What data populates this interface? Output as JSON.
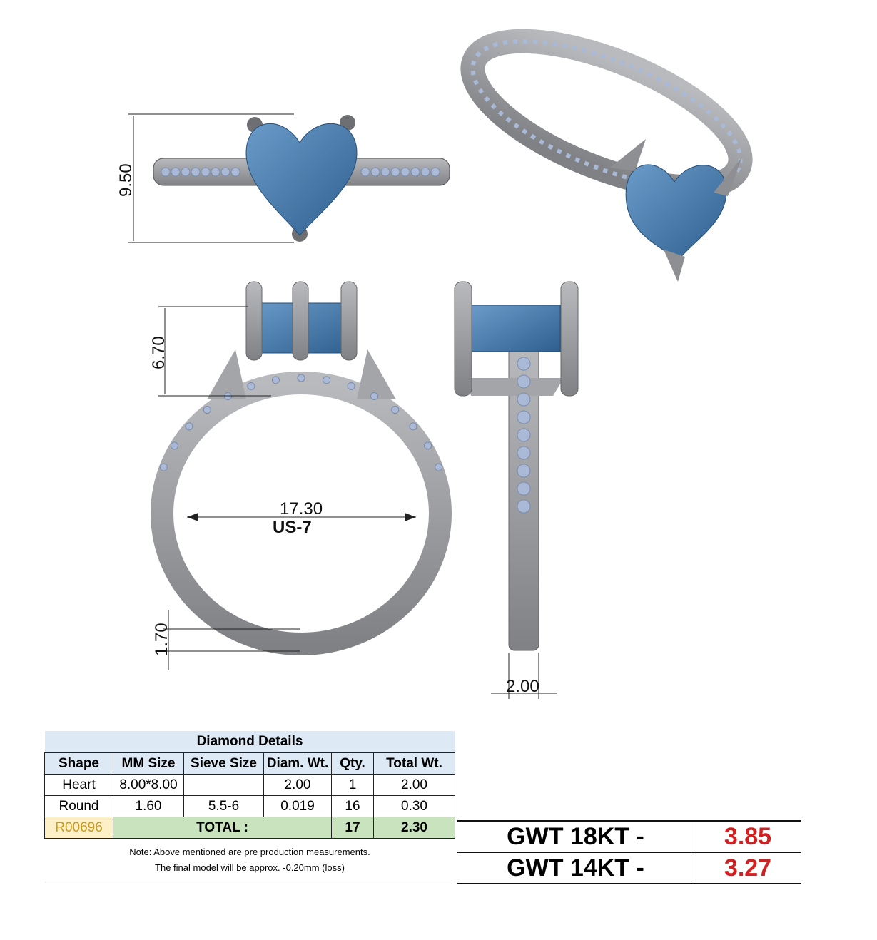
{
  "drawing": {
    "dimensions": {
      "top_height": "9.50",
      "head_height": "6.70",
      "inner_diameter": "17.30",
      "ring_size": "US-7",
      "band_thickness": "1.70",
      "band_width": "2.00"
    },
    "colors": {
      "metal": "#9a9ca0",
      "center_stone": "#3f78ad",
      "side_stones": "#a9b9d6"
    }
  },
  "diamond_details": {
    "title": "Diamond Details",
    "columns": [
      "Shape",
      "MM Size",
      "Sieve Size",
      "Diam. Wt.",
      "Qty.",
      "Total Wt."
    ],
    "rows": [
      [
        "Heart",
        "8.00*8.00",
        "",
        "2.00",
        "1",
        "2.00"
      ],
      [
        "Round",
        "1.60",
        "5.5-6",
        "0.019",
        "16",
        "0.30"
      ]
    ],
    "total": {
      "code": "R00696",
      "label": "TOTAL :",
      "qty": "17",
      "weight": "2.30"
    },
    "note_line1": "Note: Above mentioned are pre production measurements.",
    "note_line2": "The final model will be approx. -0.20mm (loss)"
  },
  "gross_weight": [
    {
      "label": "GWT 18KT  -",
      "value": "3.85"
    },
    {
      "label": "GWT 14KT  -",
      "value": "3.27"
    }
  ]
}
